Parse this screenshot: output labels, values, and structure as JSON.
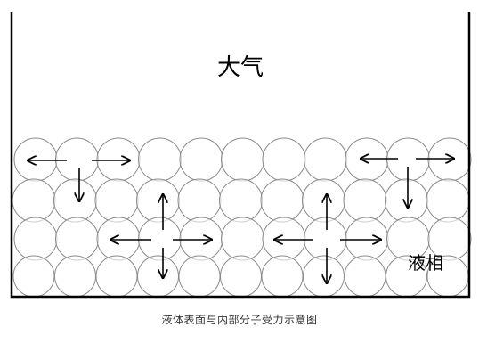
{
  "labels": {
    "atmosphere": "大气",
    "liquid_phase": "液相"
  },
  "caption": "液体表面与内部分子受力示意图",
  "colors": {
    "molecule_stroke": "#8a8a8a",
    "molecule_fill": "#ffffff",
    "arrow": "#000000",
    "container": "#000000"
  },
  "force_groups": [
    {
      "name": "surface-left",
      "directions": [
        "left",
        "right",
        "down"
      ]
    },
    {
      "name": "interior-left",
      "directions": [
        "left",
        "right",
        "up",
        "down"
      ]
    },
    {
      "name": "interior-right",
      "directions": [
        "left",
        "right",
        "up",
        "down"
      ]
    },
    {
      "name": "surface-right",
      "directions": [
        "left",
        "right",
        "down"
      ]
    }
  ]
}
